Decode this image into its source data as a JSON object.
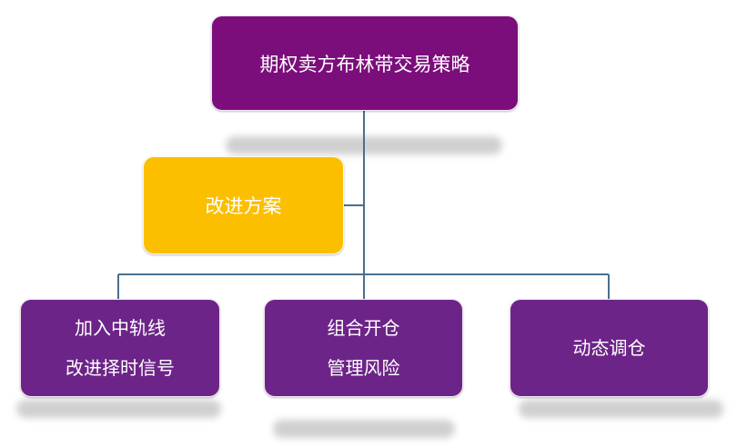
{
  "diagram": {
    "root": {
      "label": "期权卖方布林带交易策略"
    },
    "side": {
      "label": "改进方案"
    },
    "children": [
      {
        "line1": "加入中轨线",
        "line2": "改进择时信号"
      },
      {
        "line1": "组合开仓",
        "line2": "管理风险"
      },
      {
        "line1": "动态调仓",
        "line2": ""
      }
    ]
  },
  "colors": {
    "root_fill": "#7b0e7b",
    "side_fill": "#fbbf00",
    "leaf_fill": "#6d2488",
    "connector": "#4a6f8e"
  }
}
